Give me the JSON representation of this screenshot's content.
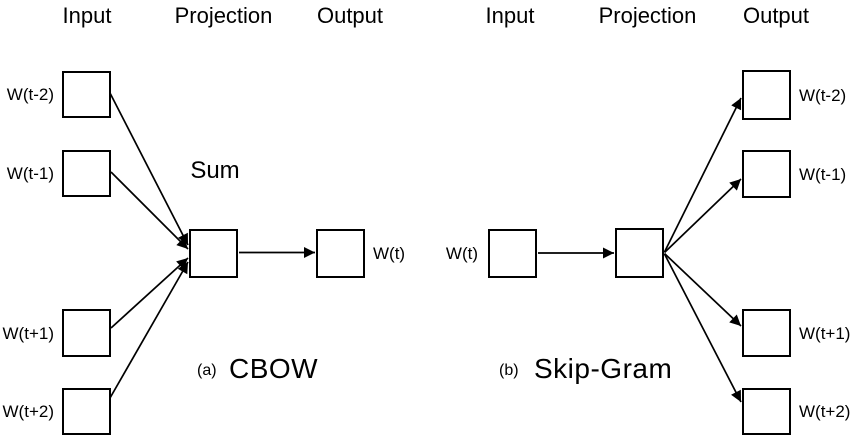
{
  "figure": {
    "description_colors": {
      "line": "#000000",
      "text": "#000000",
      "background": "#ffffff"
    }
  },
  "cbow": {
    "headers": {
      "input": "Input",
      "projection": "Projection",
      "output": "Output"
    },
    "sum_label": "Sum",
    "inputs": [
      "W(t-2)",
      "W(t-1)",
      "W(t+1)",
      "W(t+2)"
    ],
    "output_label": "W(t)",
    "caption_index": "(a)",
    "caption_name": "CBOW"
  },
  "skipgram": {
    "headers": {
      "input": "Input",
      "projection": "Projection",
      "output": "Output"
    },
    "input_label": "W(t)",
    "outputs": [
      "W(t-2)",
      "W(t-1)",
      "W(t+1)",
      "W(t+2)"
    ],
    "caption_index": "(b)",
    "caption_name": "Skip-Gram"
  }
}
